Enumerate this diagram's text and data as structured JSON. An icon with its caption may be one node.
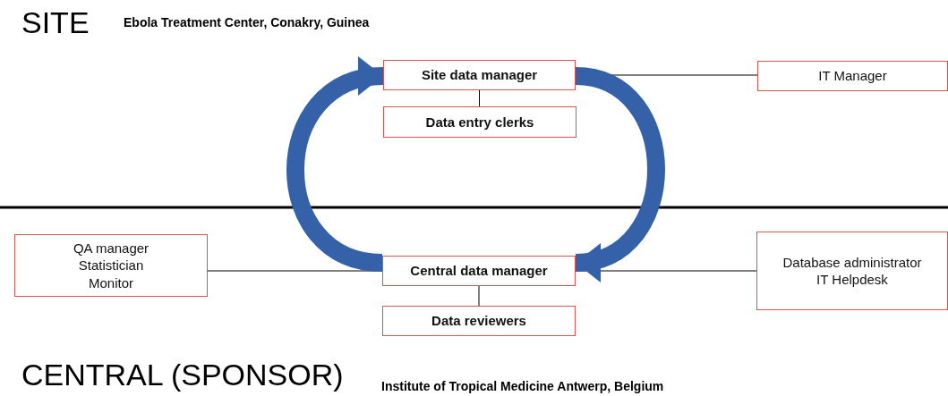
{
  "diagram": {
    "nodes": [
      {
        "text": [
          "Site data manager"
        ]
      },
      {
        "text": [
          "Data entry clerks"
        ]
      },
      {
        "text": [
          "IT Manager"
        ]
      },
      {
        "text": [
          "QA manager",
          "Statistician",
          "Monitor"
        ]
      },
      {
        "text": [
          "Central data manager"
        ]
      },
      {
        "text": [
          "Data reviewers"
        ]
      },
      {
        "text": [
          "Database administrator",
          "IT Helpdesk"
        ]
      }
    ],
    "edges": [
      {
        "from": 0,
        "to": 1,
        "arrow": "none"
      },
      {
        "from": 0,
        "to": 2,
        "arrow": "none"
      },
      {
        "from": 3,
        "to": 4,
        "arrow": "none"
      },
      {
        "from": 4,
        "to": 6,
        "arrow": "none"
      },
      {
        "from": 4,
        "to": 5,
        "arrow": "none"
      },
      {
        "from": 4,
        "to": 0,
        "arrow": "to",
        "style": "thick",
        "color": "#3461a8"
      },
      {
        "from": 0,
        "to": 4,
        "arrow": "to",
        "style": "thick",
        "color": "#3461a8"
      }
    ],
    "labels": [
      "SITE",
      "Ebola Treatment Center, Conakry, Guinea",
      "CENTRAL (SPONSOR)",
      "Institute of Tropical Medicine Antwerp, Belgium"
    ]
  }
}
